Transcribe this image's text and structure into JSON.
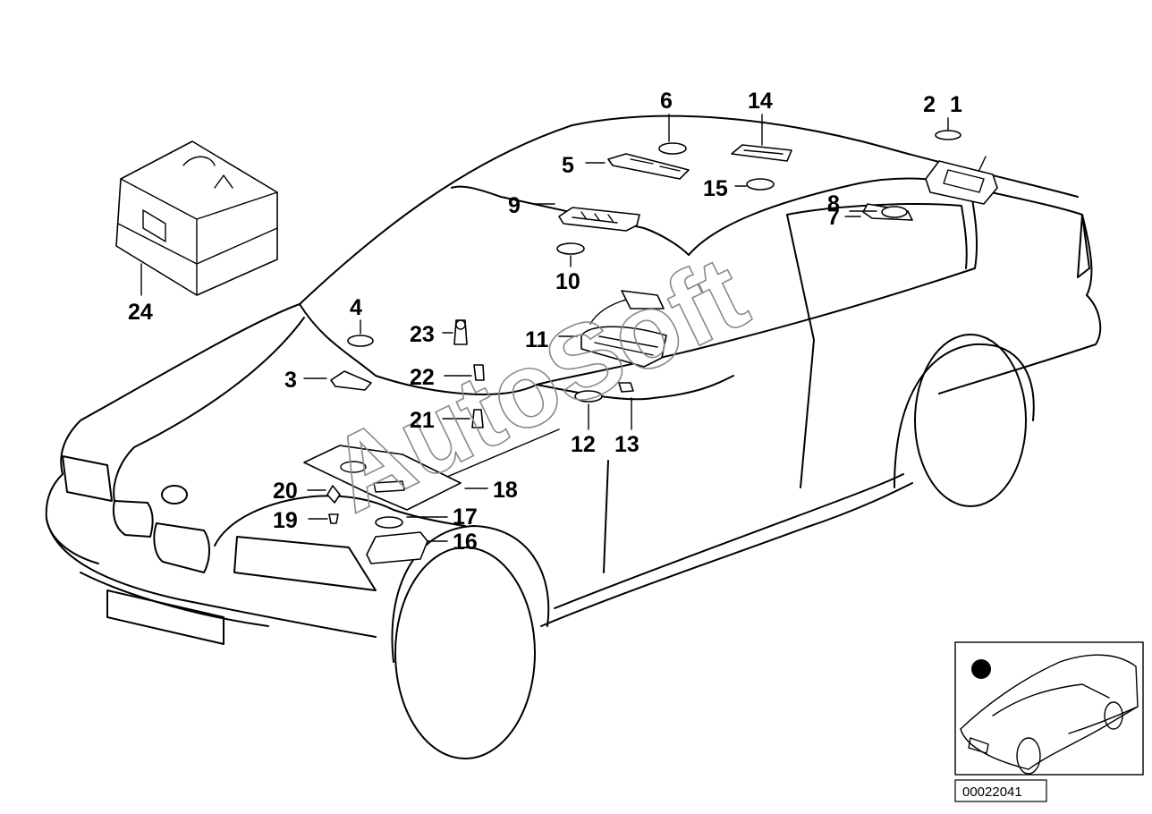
{
  "diagram_number": "00022041",
  "watermark": "AutoSoft",
  "callouts": {
    "c1": "1",
    "c2": "2",
    "c3": "3",
    "c4": "4",
    "c5": "5",
    "c6": "6",
    "c7": "7",
    "c8": "8",
    "c9": "9",
    "c10": "10",
    "c11": "11",
    "c12": "12",
    "c13": "13",
    "c14": "14",
    "c15": "15",
    "c16": "16",
    "c17": "17",
    "c18": "18",
    "c19": "19",
    "c20": "20",
    "c21": "21",
    "c22": "22",
    "c23": "23",
    "c24": "24"
  }
}
